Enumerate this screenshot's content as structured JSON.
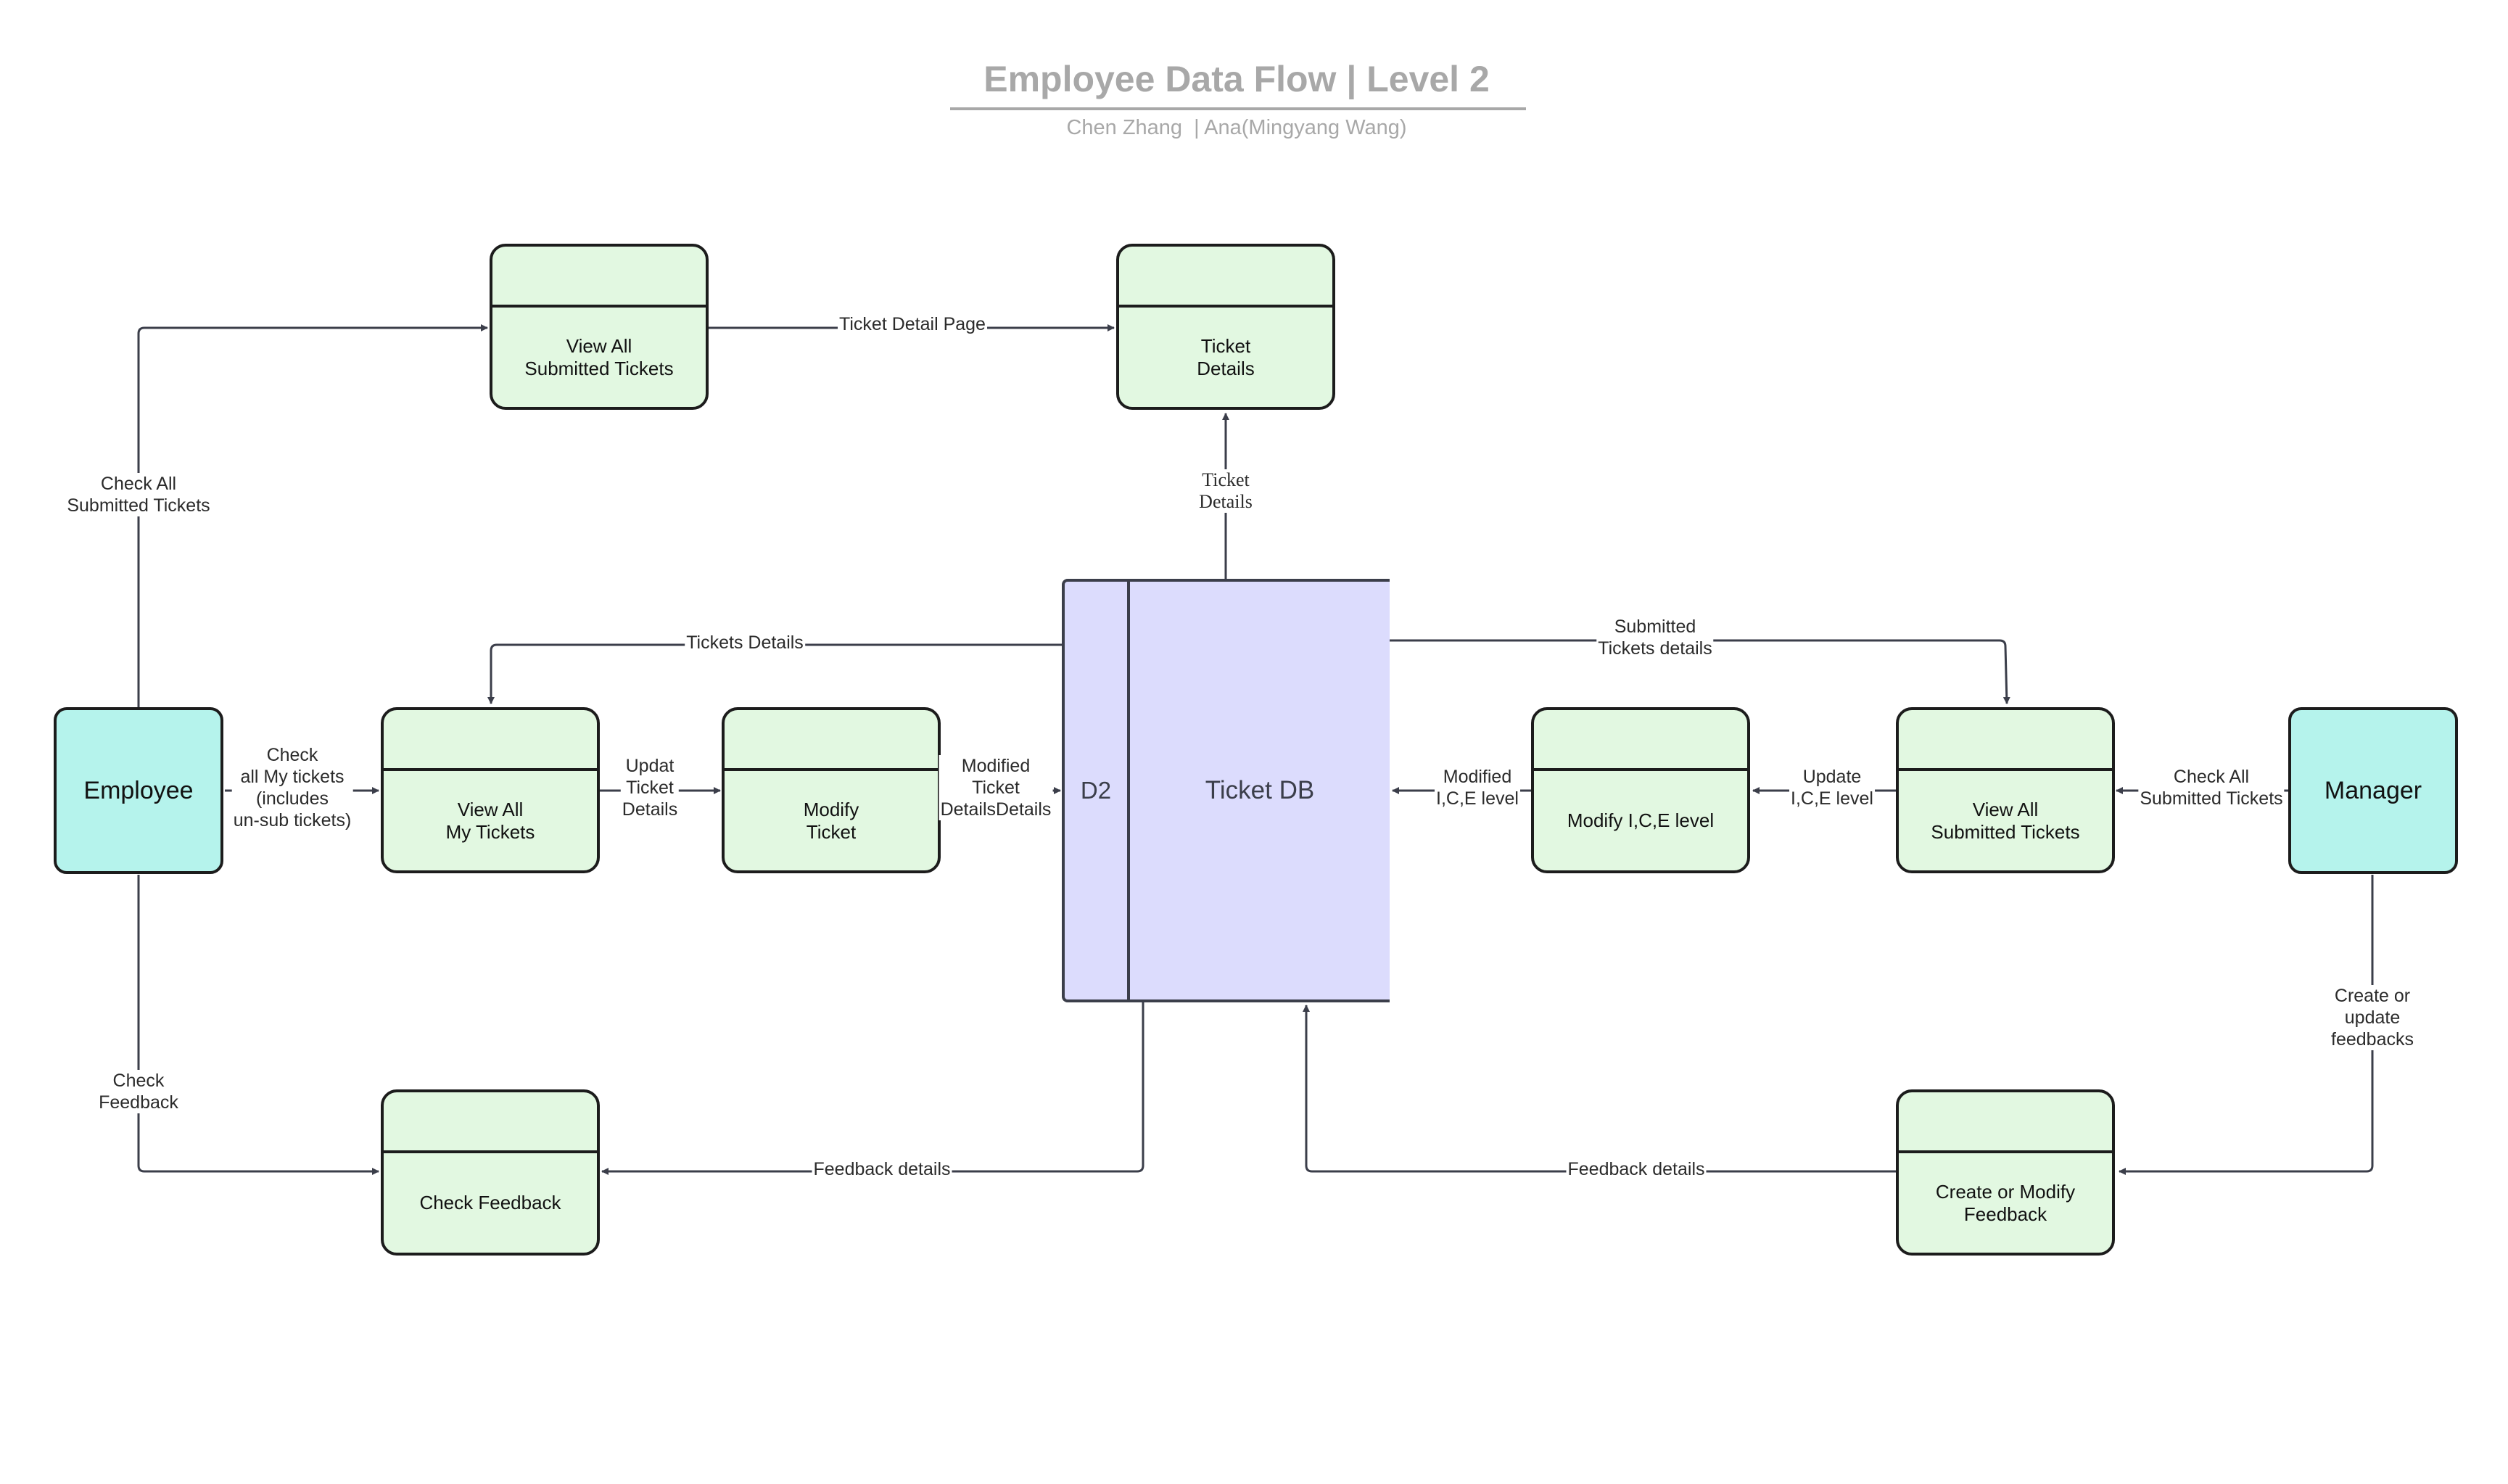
{
  "header": {
    "title": "Employee Data Flow | Level 2",
    "subtitle": "Chen Zhang  | Ana(Mingyang Wang)"
  },
  "entities": {
    "employee": "Employee",
    "manager": "Manager"
  },
  "processes": {
    "view_all_submitted_top": "View All\nSubmitted Tickets",
    "ticket_details": "Ticket\nDetails",
    "view_all_my_tickets": "View All\nMy Tickets",
    "modify_ticket": "Modify\nTicket",
    "modify_ice_level": "Modify I,C,E level",
    "view_all_submitted_right": "View All\nSubmitted Tickets",
    "check_feedback": "Check Feedback",
    "create_or_modify_feedback": "Create or Modify\nFeedback"
  },
  "data_store": {
    "id": "D2",
    "name": "Ticket DB"
  },
  "flows": {
    "check_all_submitted_employee": "Check All\nSubmitted Tickets",
    "ticket_detail_page": "Ticket Detail Page",
    "ticket_details_up": "Ticket\nDetails",
    "tickets_details_left": "Tickets Details",
    "submitted_tickets_details": "Submitted\nTickets details",
    "check_all_my_tickets": "Check\nall My tickets\n(includes\nun-sub tickets)",
    "updat_ticket_details": "Updat\nTicket\nDetails",
    "modified_ticket_details": "Modified\nTicket\nDetailsDetails",
    "modified_ice_level": "Modified\nI,C,E level",
    "update_ice_level": "Update\nI,C,E level",
    "check_all_submitted_manager": "Check All\nSubmitted Tickets",
    "check_feedback": "Check\nFeedback",
    "feedback_details_left": "Feedback details",
    "feedback_details_right": "Feedback details",
    "create_or_update_feedbacks": "Create or update\nfeedbacks"
  },
  "colors": {
    "process_fill": "#e2f8e1",
    "entity_fill": "#b5f3ec",
    "store_fill": "#dcdcfd",
    "line": "#3b3e4a",
    "title": "#a8a8a8"
  }
}
